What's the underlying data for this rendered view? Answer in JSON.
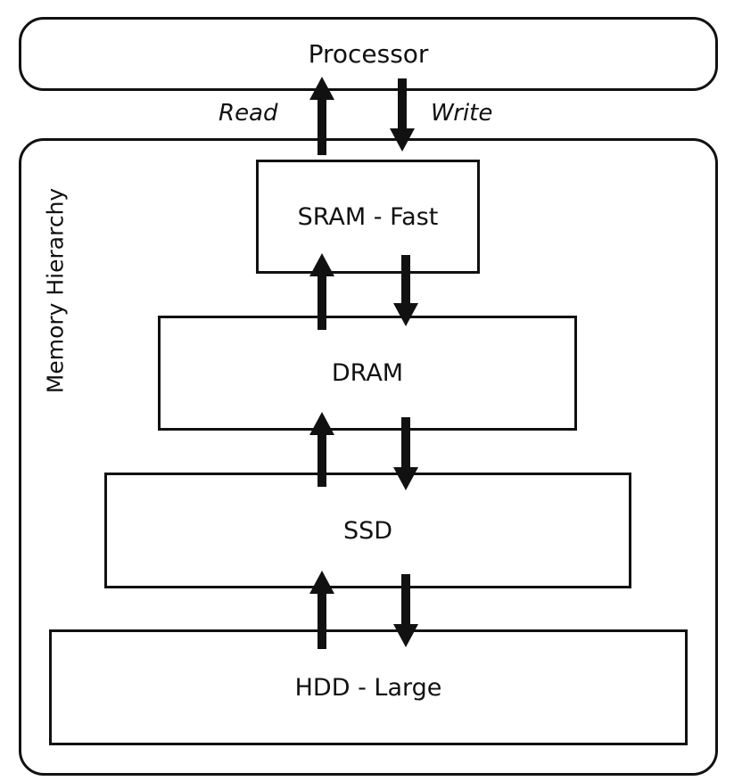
{
  "processor": {
    "label": "Processor"
  },
  "hierarchy": {
    "label": "Memory Hierarchy",
    "levels": [
      {
        "label": "SRAM - Fast"
      },
      {
        "label": "DRAM"
      },
      {
        "label": "SSD"
      },
      {
        "label": "HDD - Large"
      }
    ]
  },
  "arrows": {
    "read_label": "Read",
    "write_label": "Write"
  },
  "colors": {
    "stroke": "#111111",
    "background": "#ffffff"
  }
}
